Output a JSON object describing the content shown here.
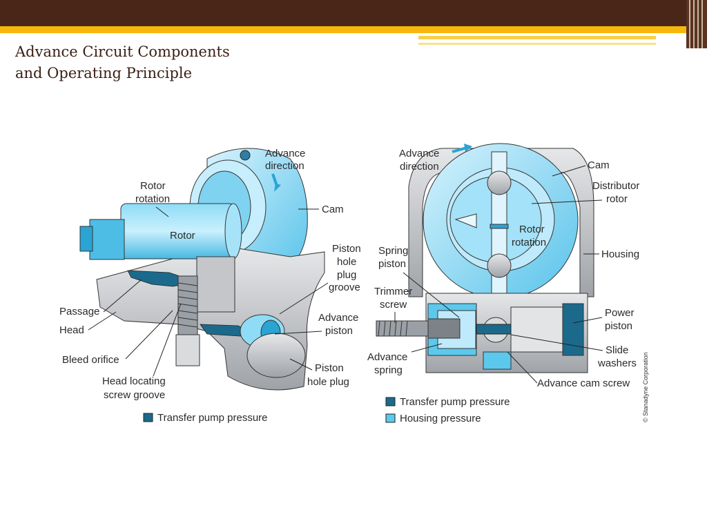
{
  "slide": {
    "title_line1": "Advance Circuit Components",
    "title_line2": "and Operating Principle"
  },
  "colors": {
    "top_bar": "#4a2618",
    "accent_gold": "#f5b70c",
    "housing_pressure": "#5cc8ec",
    "transfer_pump_pressure": "#1b6a8c",
    "metal_gray": "#b9bcc0"
  },
  "left_diagram": {
    "labels": {
      "advance_direction": "Advance direction",
      "rotor_rotation": "Rotor rotation",
      "rotor": "Rotor",
      "cam": "Cam",
      "piston_hole_plug_groove": "Piston hole plug groove",
      "passage": "Passage",
      "head": "Head",
      "advance_piston": "Advance piston",
      "bleed_orifice": "Bleed orifice",
      "head_locating_screw_groove": "Head locating screw groove",
      "piston_hole_plug": "Piston hole plug"
    },
    "legend": [
      {
        "label": "Transfer pump pressure",
        "color_key": "transfer_pump_pressure"
      }
    ]
  },
  "right_diagram": {
    "labels": {
      "advance_direction": "Advance direction",
      "cam": "Cam",
      "distributor_rotor": "Distributor rotor",
      "rotor_rotation": "Rotor rotation",
      "housing": "Housing",
      "spring_piston": "Spring piston",
      "trimmer_screw": "Trimmer screw",
      "power_piston": "Power piston",
      "slide_washers": "Slide washers",
      "advance_spring": "Advance spring",
      "advance_cam_screw": "Advance cam screw"
    },
    "legend": [
      {
        "label": "Transfer pump pressure",
        "color_key": "transfer_pump_pressure"
      },
      {
        "label": "Housing pressure",
        "color_key": "housing_pressure"
      }
    ]
  },
  "copyright": "© Stanadyne Corporation"
}
